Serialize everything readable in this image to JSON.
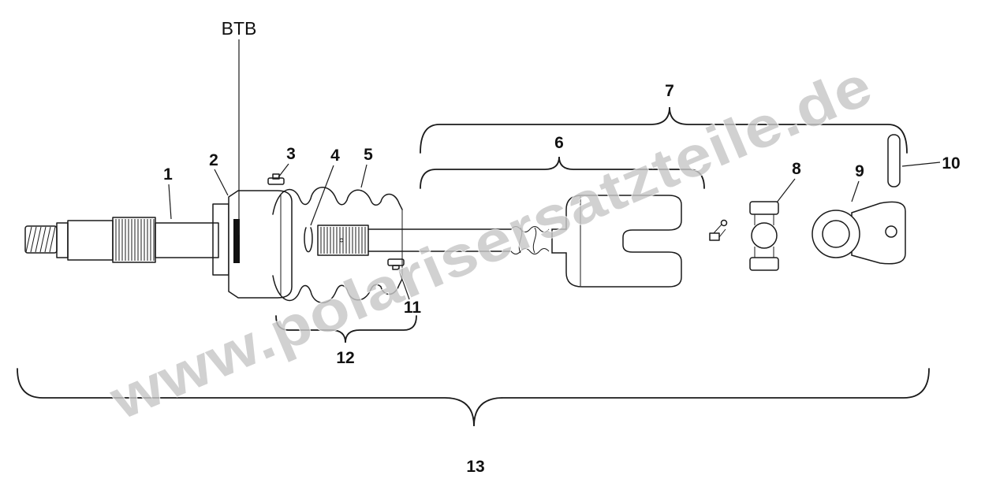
{
  "watermark": "www.polarisersatzteile.de",
  "labels": {
    "btb": "BTB",
    "n1": "1",
    "n2": "2",
    "n3": "3",
    "n4": "4",
    "n5": "5",
    "n6": "6",
    "n7": "7",
    "n8": "8",
    "n9": "9",
    "n10": "10",
    "n11": "11",
    "n12": "12",
    "n13": "13"
  },
  "colors": {
    "line": "#1a1a1a",
    "watermark": "#c7c7c7",
    "background": "#ffffff"
  }
}
